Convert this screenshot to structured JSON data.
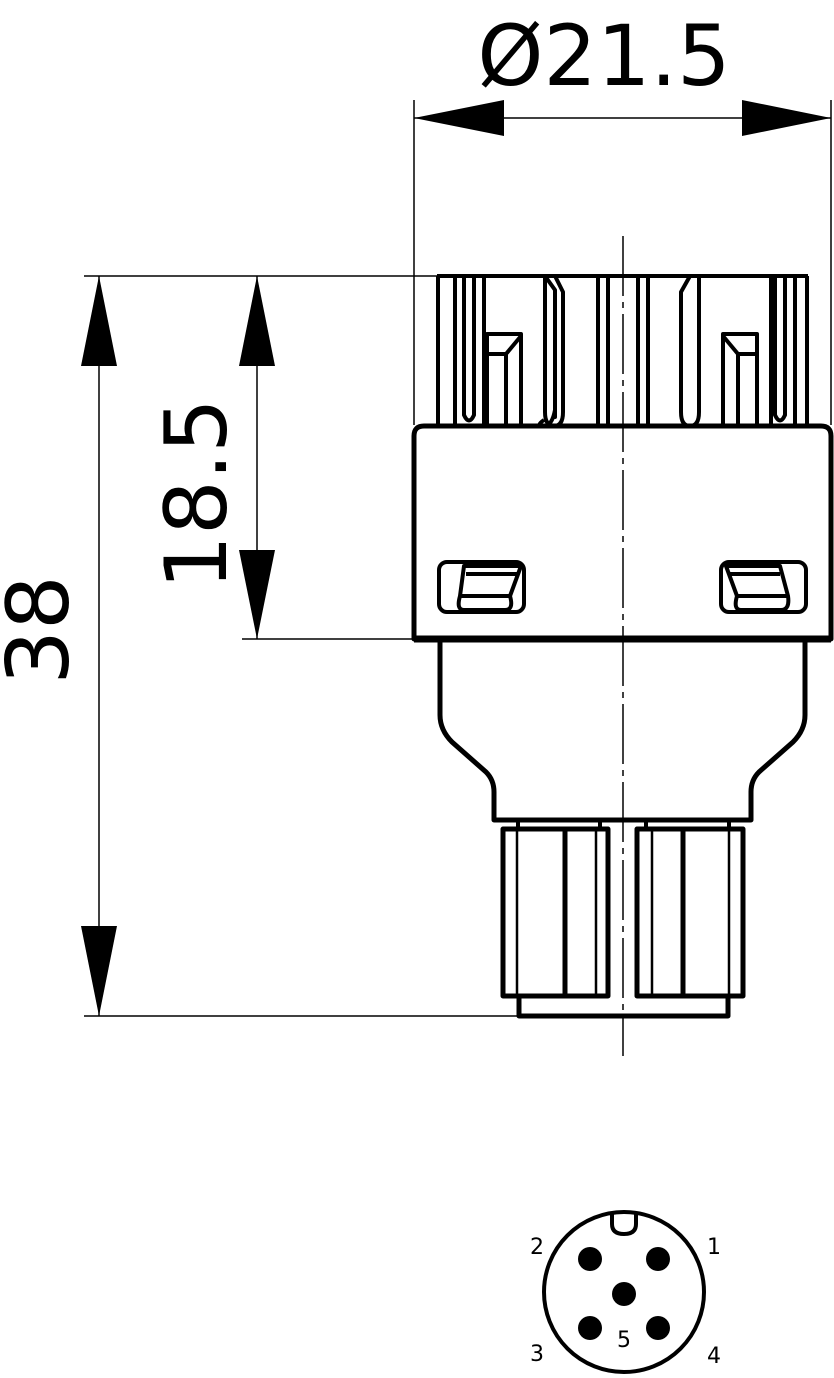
{
  "drawing": {
    "type": "technical-drawing",
    "subject": "M12 circular connector, side view and pin face",
    "stroke_color": "#000000",
    "background_color": "#ffffff"
  },
  "dimensions": {
    "diameter": {
      "label": "Ø21.5",
      "value": 21.5,
      "orientation": "horizontal"
    },
    "overall_length": {
      "label": "38",
      "value": 38,
      "orientation": "vertical"
    },
    "coupling_length": {
      "label": "18.5",
      "value": 18.5,
      "orientation": "vertical"
    }
  },
  "pin_face": {
    "pin_count": 5,
    "pins": [
      {
        "number": "1",
        "label": "1",
        "position": "upper-right"
      },
      {
        "number": "2",
        "label": "2",
        "position": "upper-left"
      },
      {
        "number": "3",
        "label": "3",
        "position": "lower-left"
      },
      {
        "number": "4",
        "label": "4",
        "position": "lower-right"
      },
      {
        "number": "5",
        "label": "5",
        "position": "center"
      }
    ],
    "key": "coding-notch-top"
  }
}
